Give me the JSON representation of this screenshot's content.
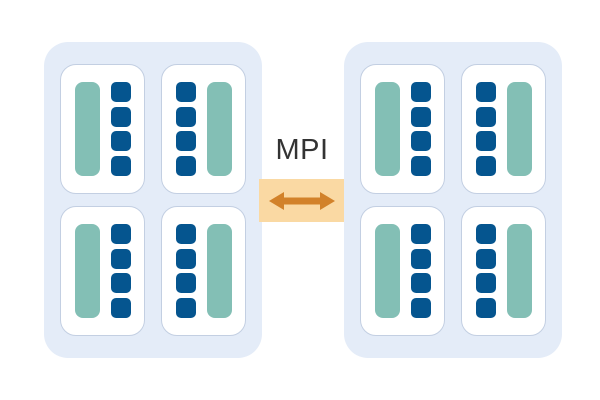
{
  "diagram": {
    "title": "MPI distributed-memory cluster diagram",
    "interconnect": {
      "label": "MPI",
      "arrow_icon": "double-headed-horizontal-arrow-icon",
      "direction": "bidirectional",
      "band_color": "#fad9a3",
      "arrow_color": "#d2822a",
      "label_color": "#333333"
    },
    "palette": {
      "group_background": "#e4ecf8",
      "card_background": "#ffffff",
      "card_border": "#c3cfe2",
      "memory_bar": "#83bfb5",
      "core": "#05558f",
      "page_background": "#ffffff"
    },
    "structure": {
      "group_count": 2,
      "sockets_per_group": 4,
      "cores_per_socket": 4,
      "memory_bars_per_socket": 1
    },
    "groups": [
      {
        "name": "node-group-left",
        "sockets": [
          {
            "name": "socket-0",
            "layout": "memory-left",
            "memory_label": "memory-bar",
            "cores": [
              "core-0",
              "core-1",
              "core-2",
              "core-3"
            ]
          },
          {
            "name": "socket-1",
            "layout": "memory-right",
            "memory_label": "memory-bar",
            "cores": [
              "core-0",
              "core-1",
              "core-2",
              "core-3"
            ]
          },
          {
            "name": "socket-2",
            "layout": "memory-left",
            "memory_label": "memory-bar",
            "cores": [
              "core-0",
              "core-1",
              "core-2",
              "core-3"
            ]
          },
          {
            "name": "socket-3",
            "layout": "memory-right",
            "memory_label": "memory-bar",
            "cores": [
              "core-0",
              "core-1",
              "core-2",
              "core-3"
            ]
          }
        ]
      },
      {
        "name": "node-group-right",
        "sockets": [
          {
            "name": "socket-0",
            "layout": "memory-left",
            "memory_label": "memory-bar",
            "cores": [
              "core-0",
              "core-1",
              "core-2",
              "core-3"
            ]
          },
          {
            "name": "socket-1",
            "layout": "memory-right",
            "memory_label": "memory-bar",
            "cores": [
              "core-0",
              "core-1",
              "core-2",
              "core-3"
            ]
          },
          {
            "name": "socket-2",
            "layout": "memory-left",
            "memory_label": "memory-bar",
            "cores": [
              "core-0",
              "core-1",
              "core-2",
              "core-3"
            ]
          },
          {
            "name": "socket-3",
            "layout": "memory-right",
            "memory_label": "memory-bar",
            "cores": [
              "core-0",
              "core-1",
              "core-2",
              "core-3"
            ]
          }
        ]
      }
    ]
  }
}
